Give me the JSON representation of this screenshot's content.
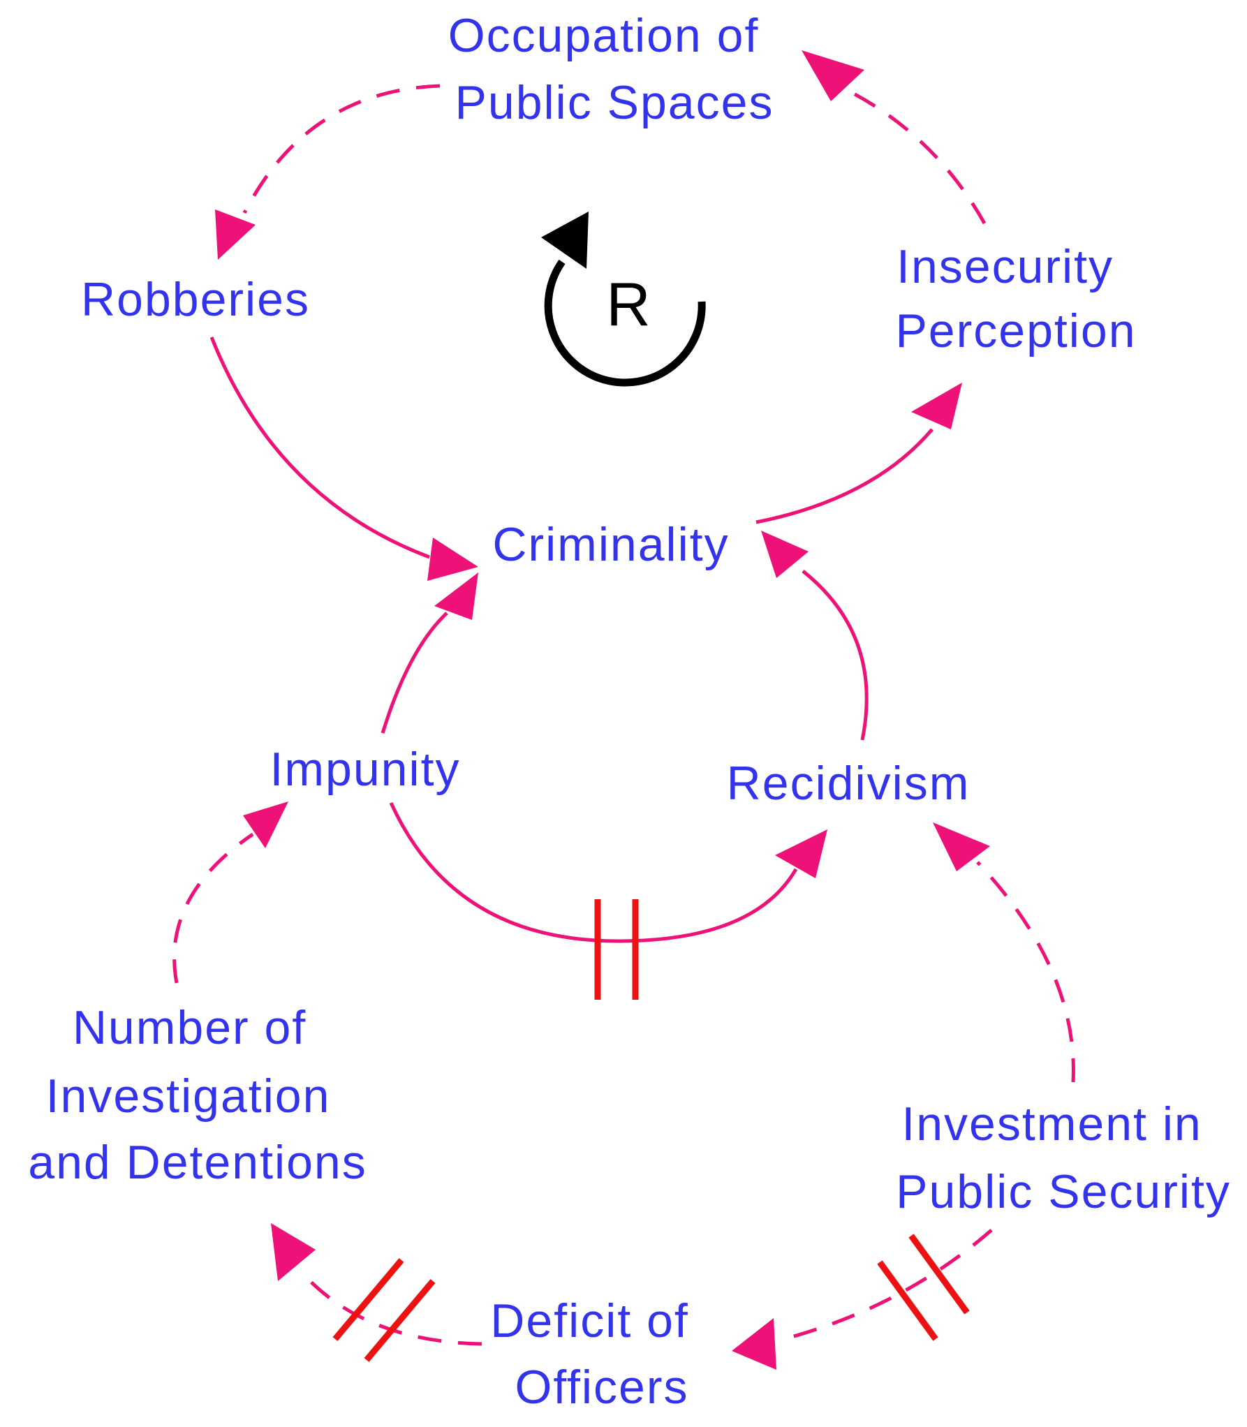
{
  "colors": {
    "label": "#3333ee",
    "link": "#ee1177",
    "delay": "#ee1111",
    "loop": "#000000"
  },
  "nodes": {
    "occupation": [
      "Occupation of",
      "Public Spaces"
    ],
    "robberies": [
      "Robberies"
    ],
    "insecurity": [
      "Insecurity",
      "Perception"
    ],
    "criminality": [
      "Criminality"
    ],
    "impunity": [
      "Impunity"
    ],
    "recidivism": [
      "Recidivism"
    ],
    "investigation": [
      "Number of",
      "Investigation",
      "and Detentions"
    ],
    "investment": [
      "Investment in",
      "Public Security"
    ],
    "deficit": [
      "Deficit of",
      "Officers"
    ]
  },
  "loop": {
    "letter": "R"
  }
}
